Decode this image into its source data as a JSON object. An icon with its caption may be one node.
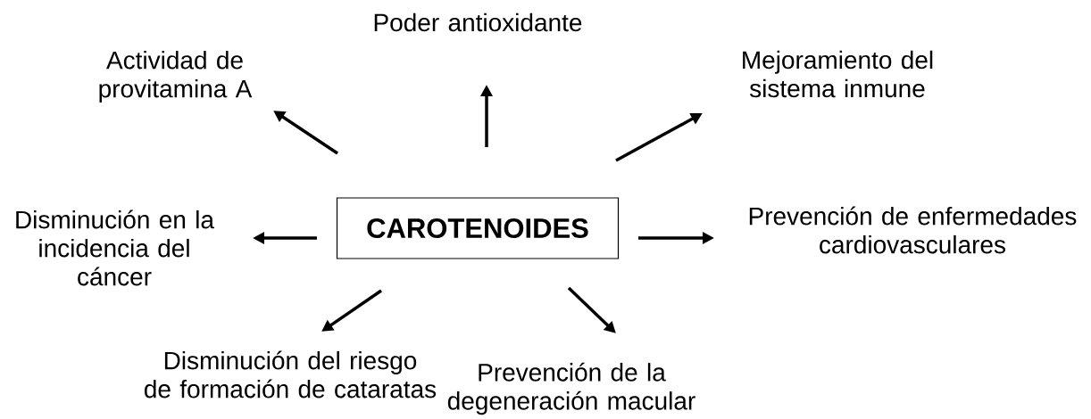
{
  "diagram": {
    "nodes": [
      {
        "text": [
          "CAROTENOIDES"
        ]
      },
      {
        "text": [
          "Poder antioxidante"
        ]
      },
      {
        "text": [
          "Mejoramiento del sistema inmune"
        ]
      },
      {
        "text": [
          "Actividad de provitamina A"
        ]
      },
      {
        "text": [
          "Prevención de enfermedades cardiovasculares"
        ]
      },
      {
        "text": [
          "Disminución en la incidencia del cáncer"
        ]
      },
      {
        "text": [
          "Disminución del riesgo de formación de cataratas"
        ]
      },
      {
        "text": [
          "Prevención de la degeneración macular"
        ]
      }
    ],
    "edges": [
      {
        "from": 0,
        "to": 1,
        "arrow": "to"
      },
      {
        "from": 0,
        "to": 2,
        "arrow": "to"
      },
      {
        "from": 0,
        "to": 3,
        "arrow": "to"
      },
      {
        "from": 0,
        "to": 4,
        "arrow": "to"
      },
      {
        "from": 0,
        "to": 5,
        "arrow": "to"
      },
      {
        "from": 0,
        "to": 6,
        "arrow": "to"
      },
      {
        "from": 0,
        "to": 7,
        "arrow": "to"
      }
    ]
  }
}
